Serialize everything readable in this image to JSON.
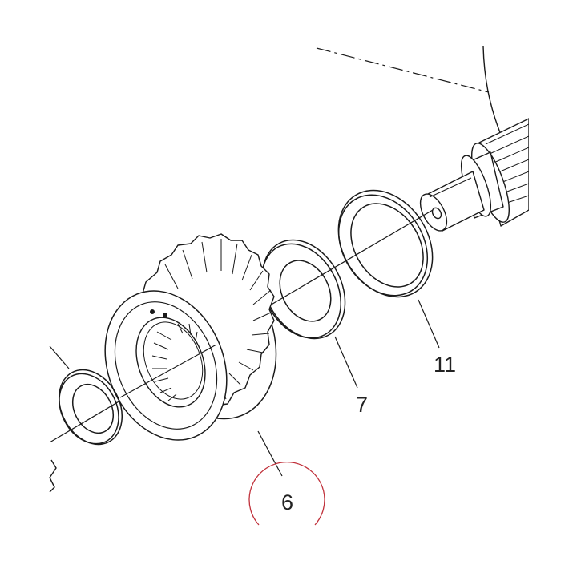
{
  "diagram": {
    "callouts": [
      {
        "id": "6",
        "label": "6",
        "highlighted": true
      },
      {
        "id": "7",
        "label": "7",
        "highlighted": false
      },
      {
        "id": "11",
        "label": "11",
        "highlighted": false
      }
    ]
  },
  "colors": {
    "line": "#1a1a1a",
    "highlight_circle": "#c0303a",
    "background": "#ffffff"
  }
}
